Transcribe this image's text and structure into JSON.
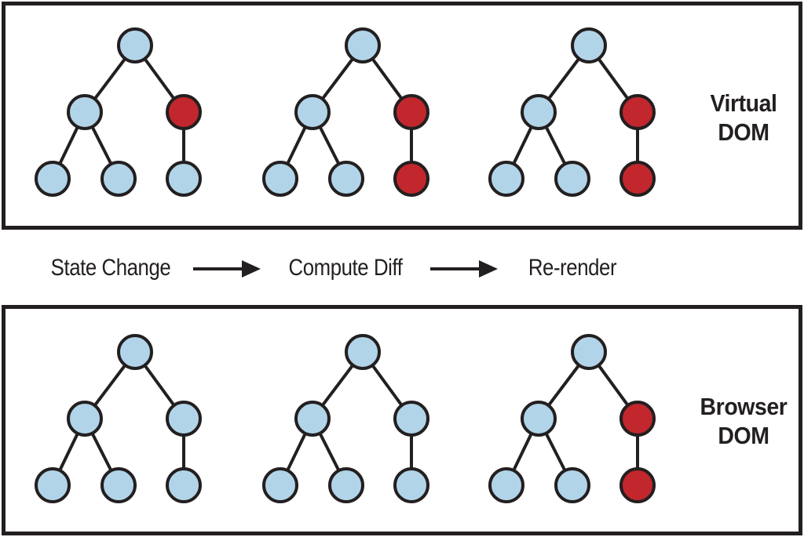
{
  "colors": {
    "node_blue": "#b2d4e9",
    "node_red": "#c1272d",
    "stroke": "#231f20",
    "background": "#ffffff"
  },
  "panels": {
    "virtual": {
      "label_line1": "Virtual",
      "label_line2": "DOM",
      "trees": [
        {
          "nodes": [
            "blue",
            "blue",
            "red",
            "blue",
            "blue",
            "blue"
          ]
        },
        {
          "nodes": [
            "blue",
            "blue",
            "red",
            "blue",
            "blue",
            "red"
          ]
        },
        {
          "nodes": [
            "blue",
            "blue",
            "red",
            "blue",
            "blue",
            "red"
          ]
        }
      ]
    },
    "browser": {
      "label_line1": "Browser",
      "label_line2": "DOM",
      "trees": [
        {
          "nodes": [
            "blue",
            "blue",
            "blue",
            "blue",
            "blue",
            "blue"
          ]
        },
        {
          "nodes": [
            "blue",
            "blue",
            "blue",
            "blue",
            "blue",
            "blue"
          ]
        },
        {
          "nodes": [
            "blue",
            "blue",
            "red",
            "blue",
            "blue",
            "red"
          ]
        }
      ]
    }
  },
  "flow": {
    "step1": "State Change",
    "step2": "Compute Diff",
    "step3": "Re-render"
  }
}
